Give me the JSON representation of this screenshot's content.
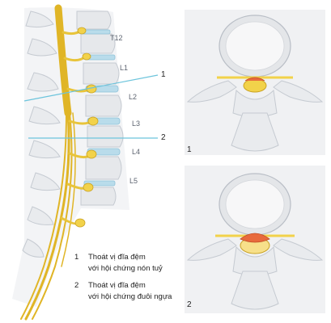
{
  "colors": {
    "bone": "#e9ebee",
    "bone_edge": "#c5cad1",
    "nerve": "#f2d24a",
    "nerve_edge": "#c9a222",
    "cut_line": "#6cc4dc",
    "herniation": "#e86a3c",
    "panel_bg": "#f0f1f3"
  },
  "vertebra_labels": [
    "T12",
    "L1",
    "L2",
    "L3",
    "L4",
    "L5"
  ],
  "cut_lines": [
    {
      "number": "1"
    },
    {
      "number": "2"
    }
  ],
  "panels": [
    {
      "number": "1"
    },
    {
      "number": "2"
    }
  ],
  "legend": [
    {
      "number": "1",
      "line1": "Thoát vị đĩa đệm",
      "line2": "với hội chứng nón tuỷ"
    },
    {
      "number": "2",
      "line1": "Thoát vị đĩa đệm",
      "line2": "với hội chứng đuôi ngựa"
    }
  ]
}
